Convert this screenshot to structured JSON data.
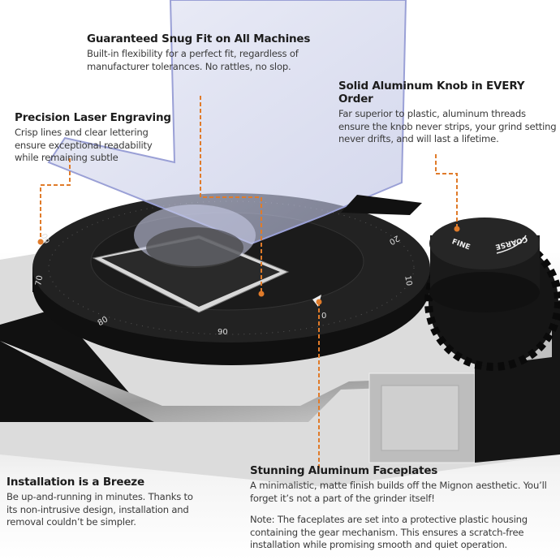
{
  "colors": {
    "accent": "#e07b2a",
    "dial": "#1e1e1e",
    "chrome": "#c9c9c9"
  },
  "callouts": {
    "snug_fit": {
      "title": "Guaranteed Snug Fit on All Machines",
      "body": "Built-in flexibility for a perfect fit, regardless of manufacturer tolerances. No rattles, no slop."
    },
    "laser": {
      "title": "Precision Laser Engraving",
      "body": "Crisp lines and clear lettering ensure exceptional readability while remaining subtle"
    },
    "knob": {
      "title": "Solid Aluminum Knob in EVERY Order",
      "body": "Far superior to plastic, aluminum threads ensure the knob never strips, your grind setting never drifts, and will last a lifetime."
    },
    "installation": {
      "title": "Installation is a Breeze",
      "body": "Be up-and-running in minutes. Thanks to its non-intrusive design, installation and removal couldn’t be simpler."
    },
    "faceplates": {
      "title": "Stunning Aluminum Faceplates",
      "body": "A minimalistic, matte finish builds off the Mignon aesthetic. You’ll forget it’s not a part of the grinder itself!",
      "note": "Note: The faceplates are set into a protective plastic housing containing the gear mechanism. This ensures a scratch-free installation while promising smooth and quiet operation."
    }
  },
  "dial": {
    "numbers": [
      "0",
      "10",
      "20",
      "60",
      "70",
      "80",
      "90"
    ]
  },
  "knob": {
    "coarse_label": "COARSE",
    "fine_label": "FINE"
  }
}
